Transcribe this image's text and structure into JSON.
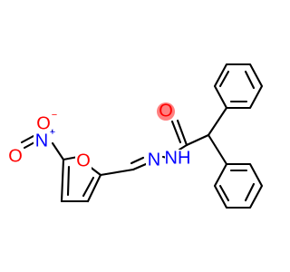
{
  "colors": {
    "background": "#ffffff",
    "bond": "#000000",
    "oxygen": "#ff0000",
    "nitrogen": "#0000ff",
    "carbon": "#000000",
    "highlight": "#ff8080"
  },
  "atoms": {
    "nitro_o_top": {
      "element": "O",
      "text": "O",
      "charge": "−"
    },
    "nitro_n": {
      "element": "N",
      "text": "N",
      "charge": "+"
    },
    "nitro_o_left": {
      "element": "O",
      "text": "O"
    },
    "furan_o": {
      "element": "O",
      "text": "O"
    },
    "imine_n": {
      "element": "N",
      "text": "N"
    },
    "amide_n": {
      "element": "N",
      "text": "NH"
    },
    "carbonyl_o": {
      "element": "O",
      "text": "O",
      "highlighted": true
    }
  }
}
